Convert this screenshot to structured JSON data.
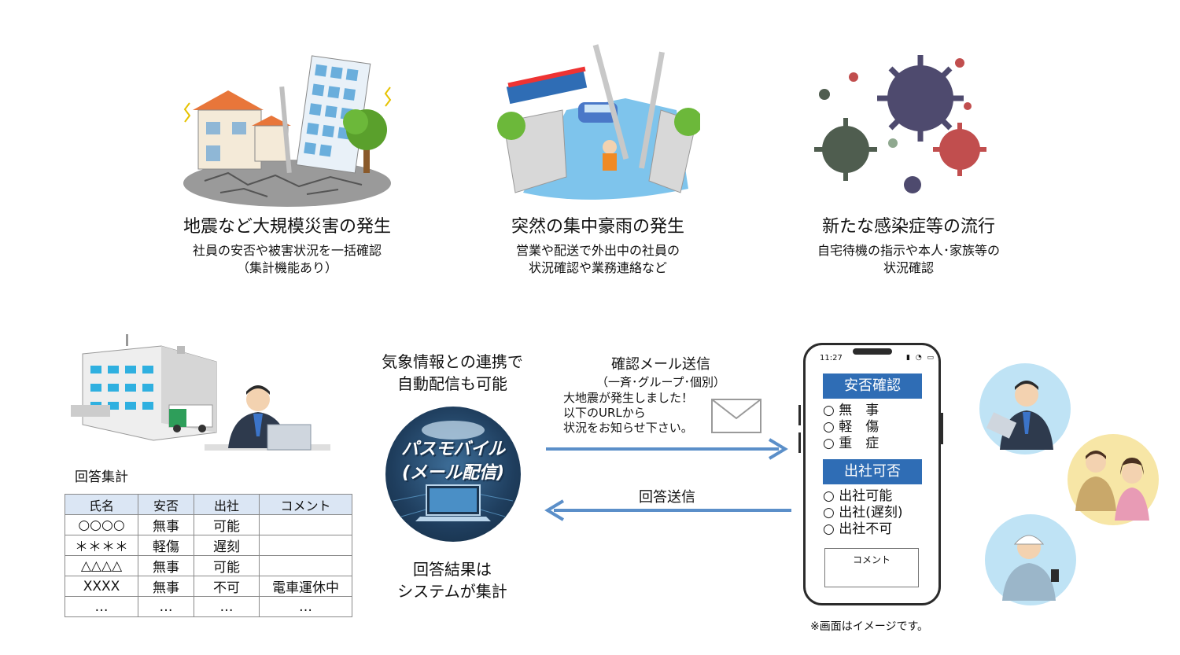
{
  "scenarios": [
    {
      "title": "地震など大規模災害の発生",
      "desc1": "社員の安否や被害状況を一括確認",
      "desc2": "（集計機能あり）",
      "icon": "earthquake-illustration"
    },
    {
      "title": "突然の集中豪雨の発生",
      "desc1": "営業や配送で外出中の社員の",
      "desc2": "状況確認や業務連絡など",
      "icon": "flood-illustration"
    },
    {
      "title": "新たな感染症等の流行",
      "desc1": "自宅待機の指示や本人･家族等の",
      "desc2": "状況確認",
      "icon": "virus-illustration"
    }
  ],
  "weather": {
    "line1": "気象情報との連携で",
    "line2": "自動配信も可能"
  },
  "service": {
    "line1": "パスモバイル",
    "line2": "(メール配信)"
  },
  "result": {
    "line1": "回答結果は",
    "line2": "システムが集計"
  },
  "send": {
    "title": "確認メール送信",
    "sub": "（一斉･グループ･個別）",
    "msg1": "大地震が発生しました！",
    "msg2": "以下のURLから",
    "msg3": "状況をお知らせ下さい。"
  },
  "reply": {
    "label": "回答送信"
  },
  "aggregate": {
    "title": "回答集計",
    "headers": [
      "氏名",
      "安否",
      "出社",
      "コメント"
    ],
    "rows": [
      [
        "○○○○",
        "無事",
        "可能",
        ""
      ],
      [
        "＊＊＊＊",
        "軽傷",
        "遅刻",
        ""
      ],
      [
        "△△△△",
        "無事",
        "可能",
        ""
      ],
      [
        "XXXX",
        "無事",
        "不可",
        "電車運休中"
      ],
      [
        "…",
        "…",
        "…",
        "…"
      ]
    ]
  },
  "phone": {
    "time": "11:27",
    "safety_title": "安否確認",
    "safety_opts": [
      "○ 無　事",
      "○ 軽　傷",
      "○ 重　症"
    ],
    "attend_title": "出社可否",
    "attend_opts": [
      "○ 出社可能",
      "○ 出社(遅刻)",
      "○ 出社不可"
    ],
    "comment_label": "コメント"
  },
  "note": "※画面はイメージです。",
  "colors": {
    "accent": "#2f6db5",
    "arrow": "#5b8fc9",
    "header_bg": "#dbe6f4"
  }
}
